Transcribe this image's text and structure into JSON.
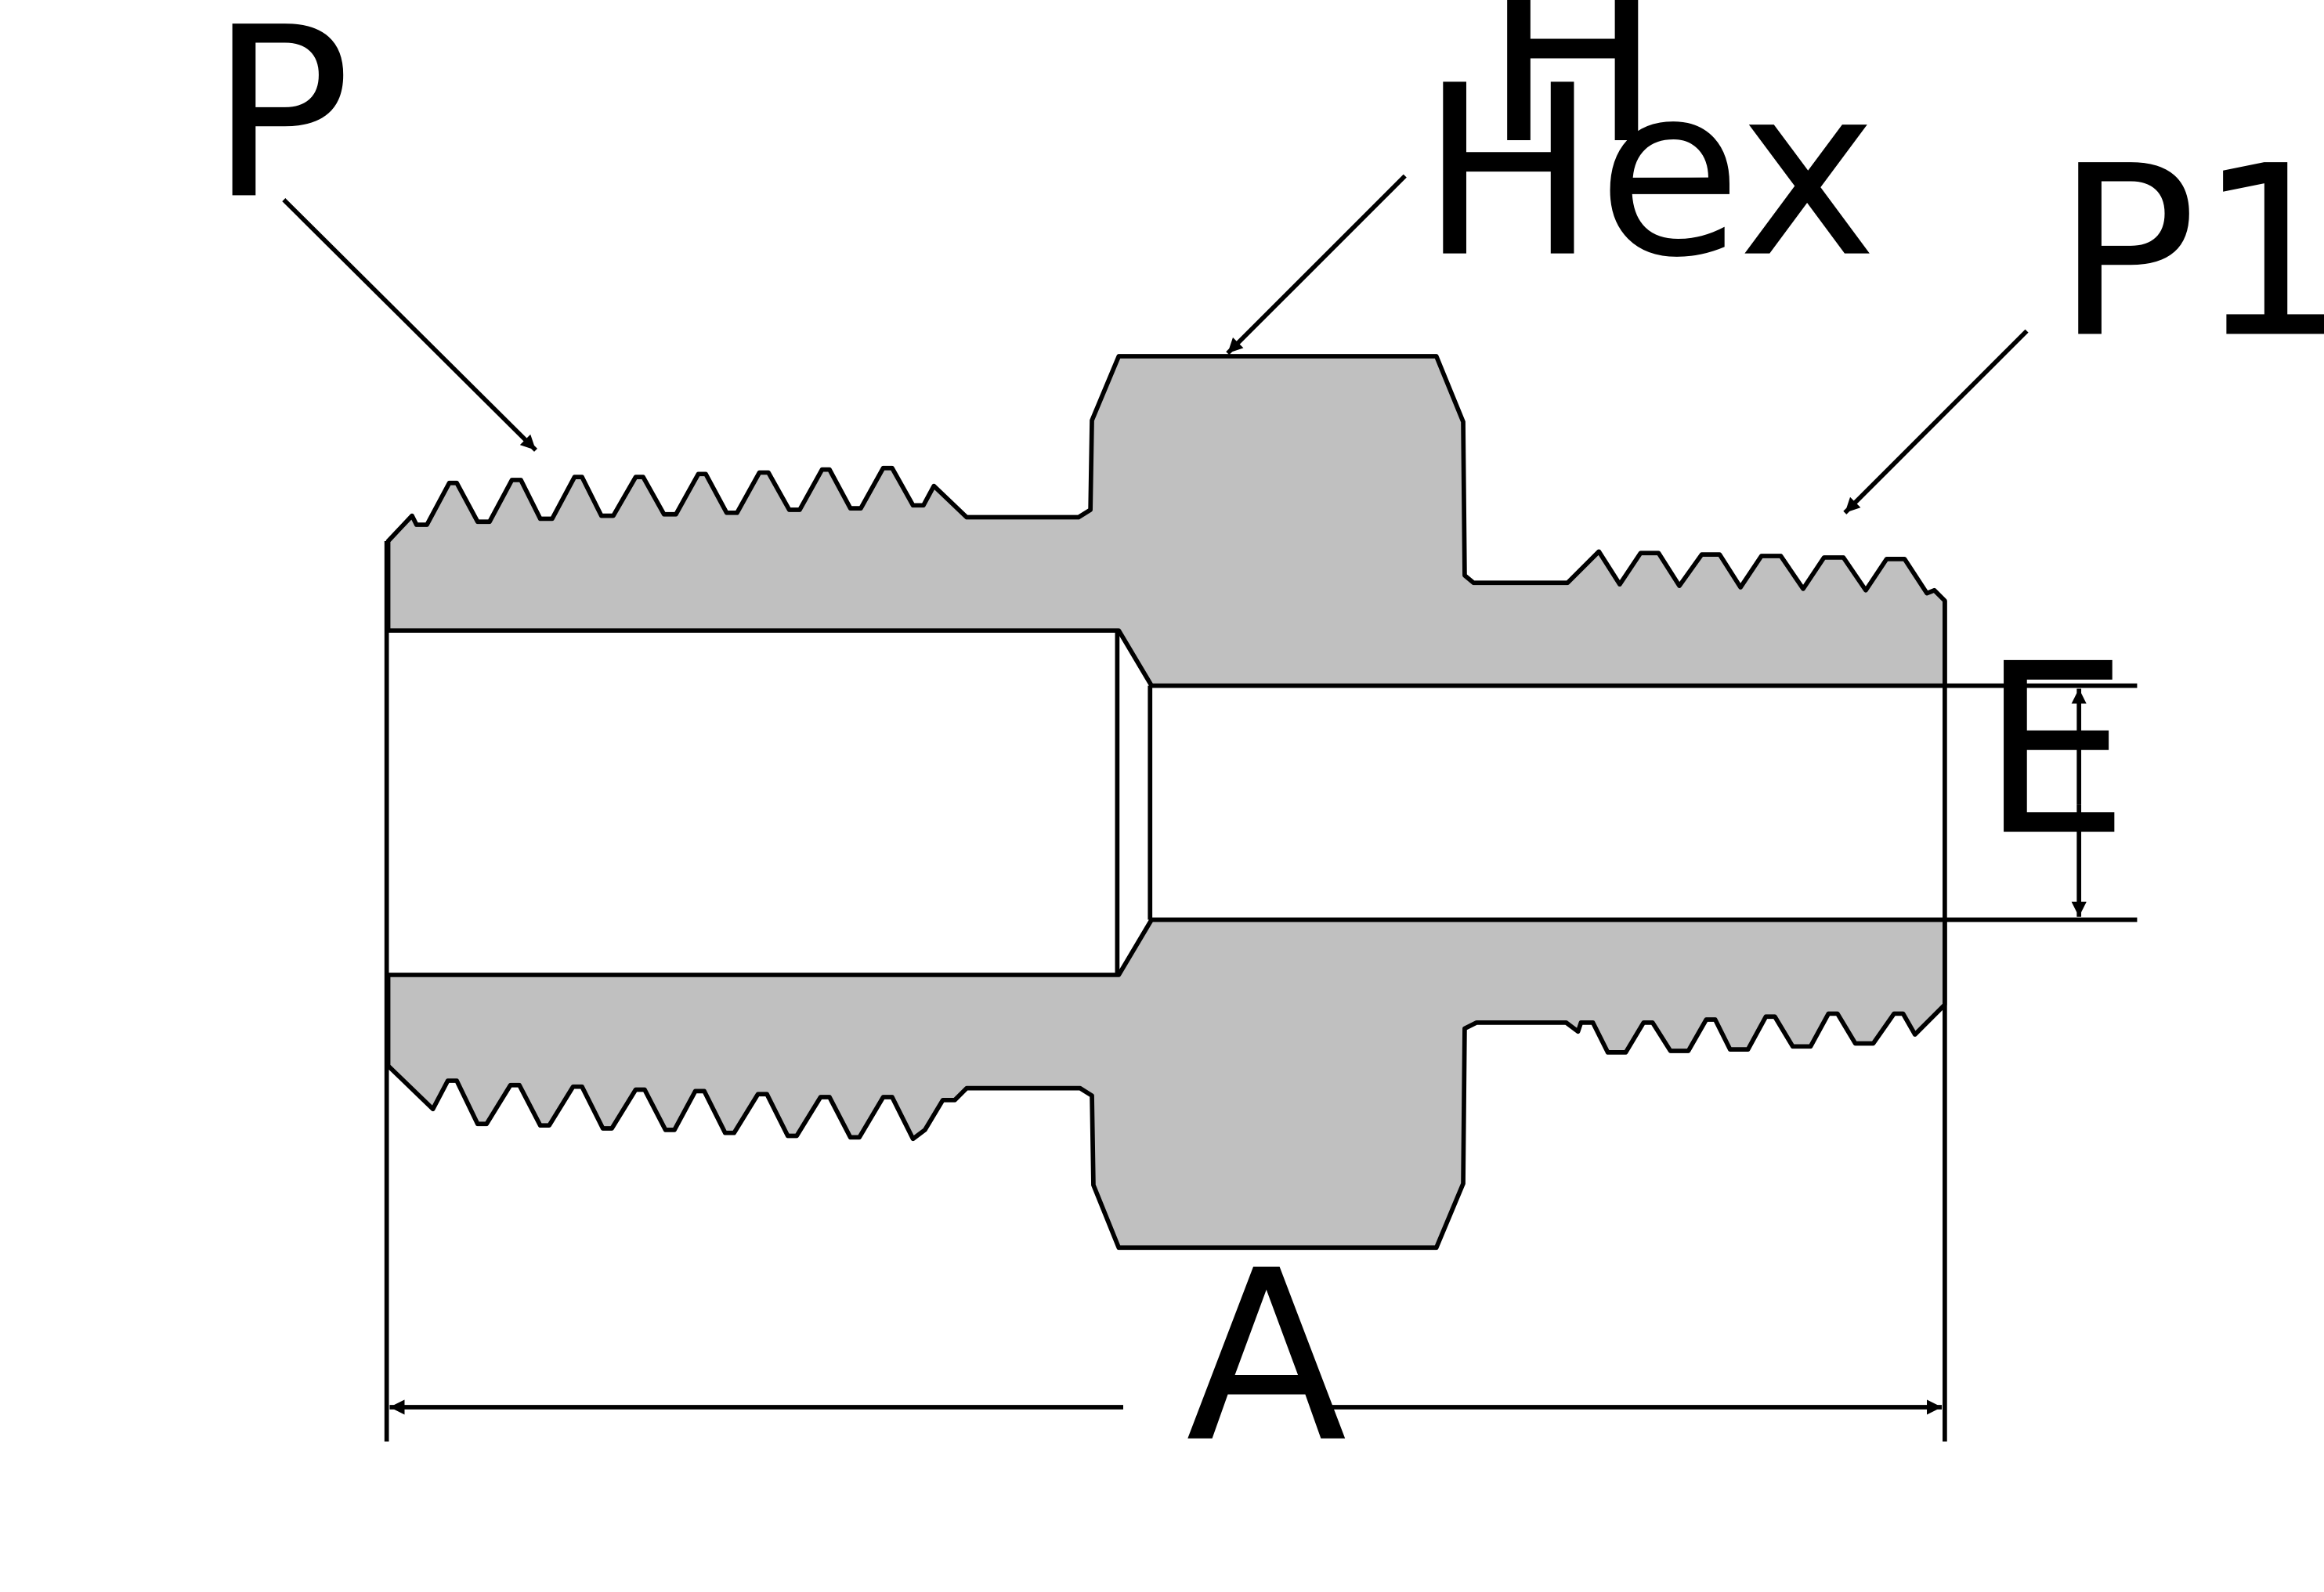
{
  "labels": {
    "p": "P",
    "h": "H",
    "hex": "Hex",
    "p1": "P1",
    "e": "E",
    "a": "A"
  },
  "colors": {
    "body_fill": "#c0c0c0",
    "stroke": "#000000",
    "background": "#ffffff"
  }
}
